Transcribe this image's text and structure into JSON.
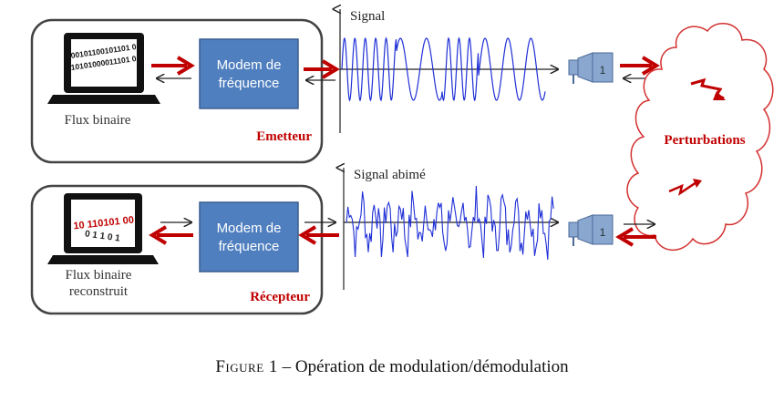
{
  "emitter": {
    "computer_label": "Flux binaire",
    "bits_line1": "00101100101101 0",
    "bits_line2": "10101000011101 0",
    "modem_label_line1": "Modem de",
    "modem_label_line2": "fréquence",
    "role_label": "Emetteur"
  },
  "receiver": {
    "computer_label_line1": "Flux binaire",
    "computer_label_line2": "reconstruit",
    "bits_text": "10 110101 00",
    "modem_label_line1": "Modem de",
    "modem_label_line2": "fréquence",
    "role_label": "Récepteur"
  },
  "signals": {
    "top_label": "Signal",
    "bottom_label": "Signal abimé"
  },
  "channel": {
    "cloud_label": "Perturbations",
    "antenna_number": "1"
  },
  "caption": {
    "figure_word": "Figure 1",
    "separator": " – ",
    "text": "Opération de modulation/démodulation"
  },
  "colors": {
    "modem_fill": "#4f7fbf",
    "arrow_red": "#c00000",
    "signal_blue": "#1f2fd6",
    "cloud_red": "#d43030",
    "antenna_blue": "#8aa7cf"
  }
}
